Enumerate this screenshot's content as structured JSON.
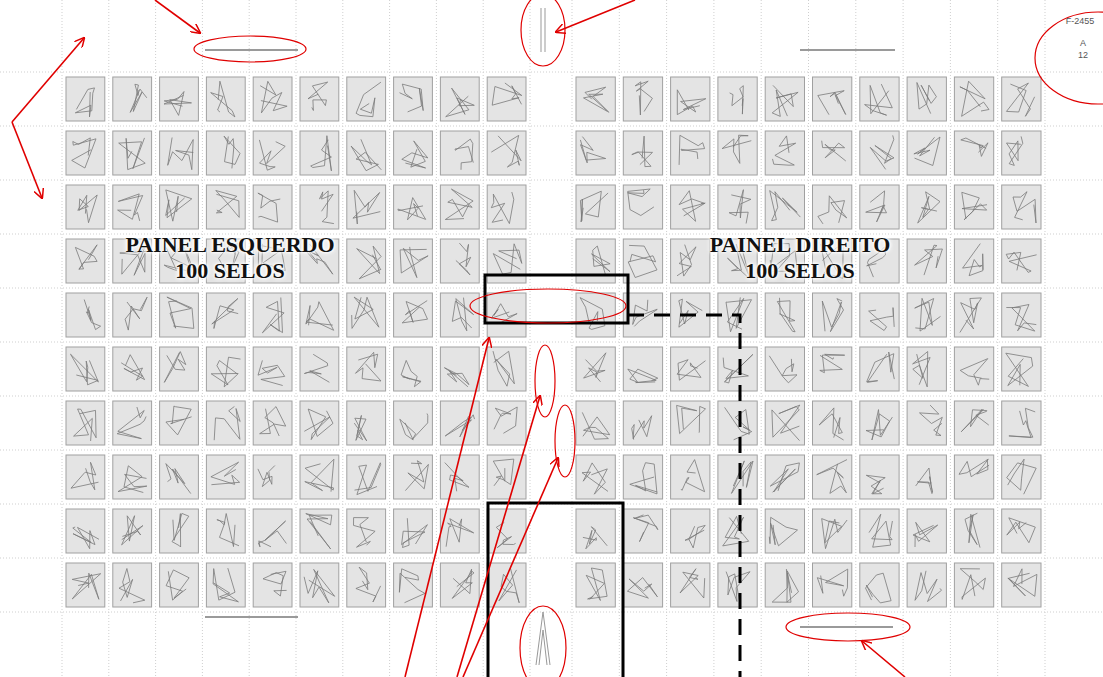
{
  "diagram": {
    "labels": [
      "PAINEL ESQUERDO 100 SELOS",
      "PAINEL DIREITO 100 SELOS",
      "F-2455",
      "A",
      "12"
    ]
  }
}
